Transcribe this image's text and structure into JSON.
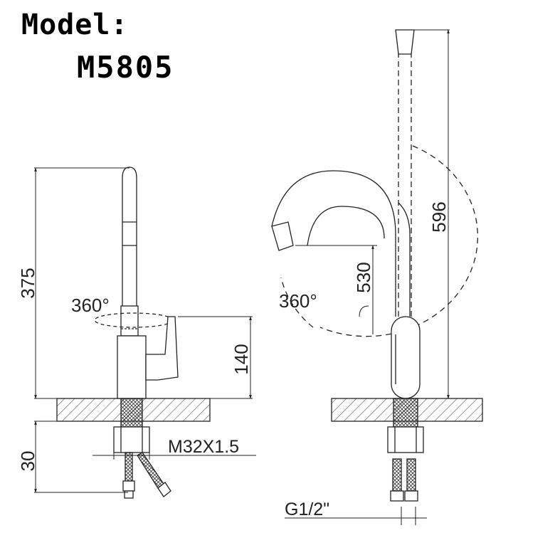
{
  "header": {
    "model_label": "Model:",
    "model_number": "M5805"
  },
  "left_view": {
    "height_total": "375",
    "rotation": "360°",
    "body_height": "140",
    "under_deck": "30",
    "thread": "M32X1.5"
  },
  "right_view": {
    "height_total": "596",
    "spout_height": "530",
    "rotation": "360°",
    "inlet": "G1/2\""
  },
  "colors": {
    "line": "#222222",
    "hatch": "#555555"
  }
}
